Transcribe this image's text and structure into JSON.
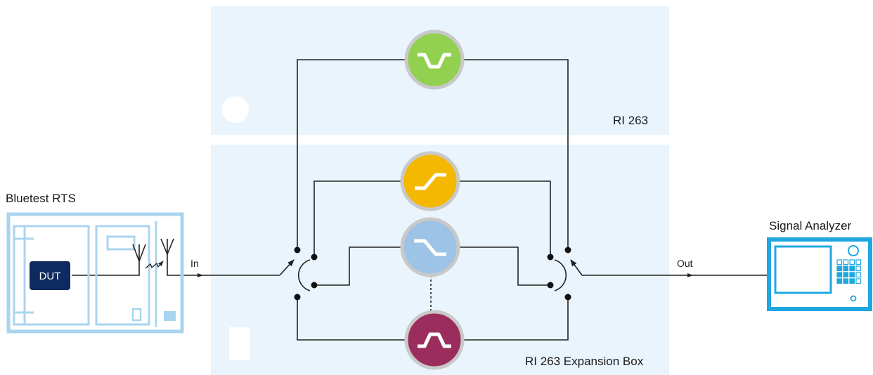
{
  "labels": {
    "bluetest": "Bluetest RTS",
    "dut": "DUT",
    "in": "In",
    "out": "Out",
    "signal_analyzer": "Signal Analyzer",
    "ri263": "RI 263",
    "ri263_expansion": "RI 263 Expansion Box"
  },
  "filters": [
    {
      "name": "band-stop-filter-icon",
      "color": "#92d050"
    },
    {
      "name": "high-pass-filter-icon",
      "color": "#f5b800"
    },
    {
      "name": "low-pass-filter-icon",
      "color": "#9dc3e6"
    },
    {
      "name": "band-pass-filter-icon",
      "color": "#9b2d5e"
    }
  ],
  "colors": {
    "panel": "#eaf4fc",
    "bluetest_frame": "#a9d4f0",
    "analyzer_frame": "#1fa7e0",
    "dut_box": "#0f2a5e",
    "line": "#222222"
  }
}
